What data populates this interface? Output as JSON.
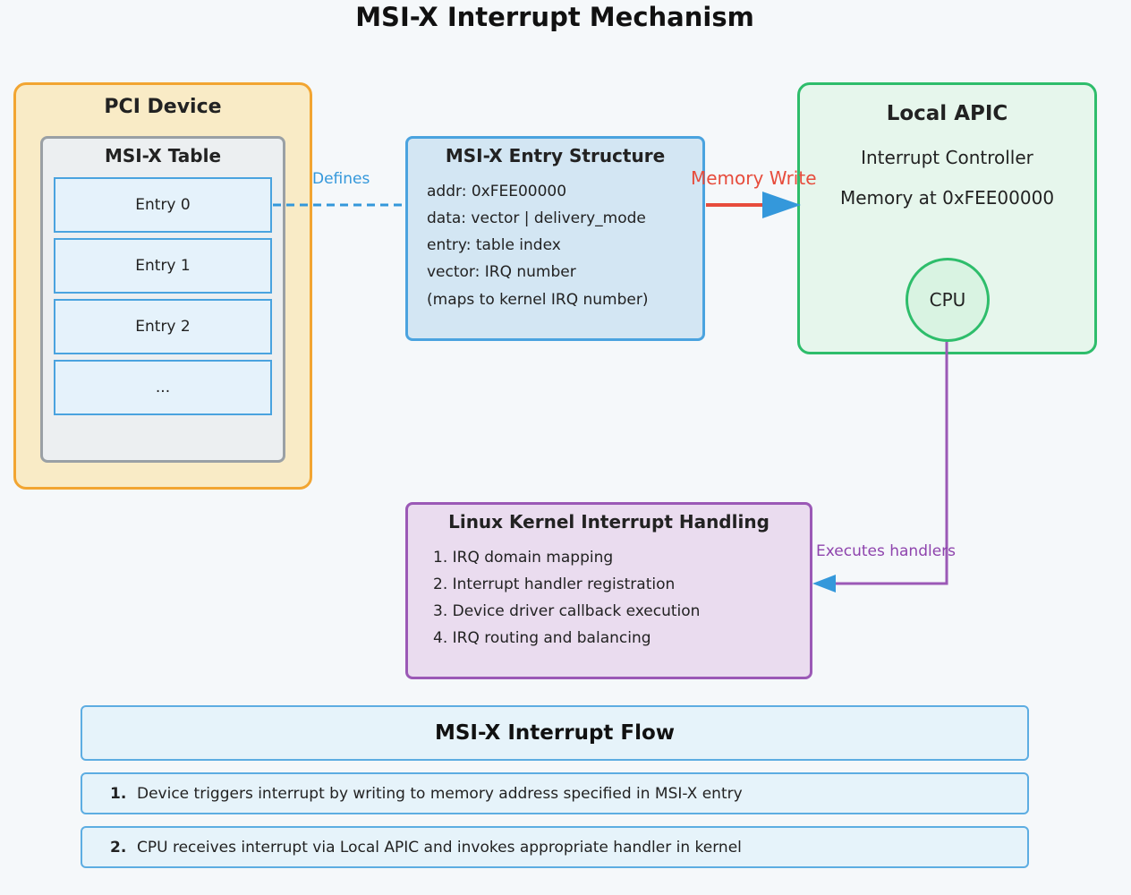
{
  "title": "MSI-X Interrupt Mechanism",
  "pci_device": {
    "title": "PCI Device",
    "table_title": "MSI-X Table",
    "entries": [
      "Entry 0",
      "Entry 1",
      "Entry 2",
      "..."
    ]
  },
  "entry_structure": {
    "title": "MSI-X Entry Structure",
    "lines": [
      "addr: 0xFEE00000",
      "data: vector | delivery_mode",
      "entry: table index",
      "vector: IRQ number",
      "(maps to kernel IRQ number)"
    ]
  },
  "local_apic": {
    "title": "Local APIC",
    "subtitle": "Interrupt Controller",
    "memory": "Memory at 0xFEE00000",
    "cpu_label": "CPU"
  },
  "kernel": {
    "title": "Linux Kernel Interrupt Handling",
    "steps": [
      "1. IRQ domain mapping",
      "2. Interrupt handler registration",
      "3. Device driver callback execution",
      "4. IRQ routing and balancing"
    ]
  },
  "connectors": {
    "defines": "Defines",
    "memory_write": "Memory Write",
    "executes_handlers": "Executes handlers"
  },
  "flow": {
    "title": "MSI-X Interrupt Flow",
    "steps": [
      {
        "num": "1.",
        "text": "Device triggers interrupt by writing to memory address specified in MSI-X entry"
      },
      {
        "num": "2.",
        "text": "CPU receives interrupt via Local APIC and invokes appropriate handler in kernel"
      }
    ]
  },
  "colors": {
    "pci_border": "#f2a531",
    "pci_fill": "#f9ebc6",
    "struct_border": "#4aa3df",
    "apic_border": "#2ebd6b",
    "kernel_border": "#9b59b6",
    "memory_write": "#e74c3c",
    "defines": "#3498db",
    "executes": "#8e44ad"
  }
}
